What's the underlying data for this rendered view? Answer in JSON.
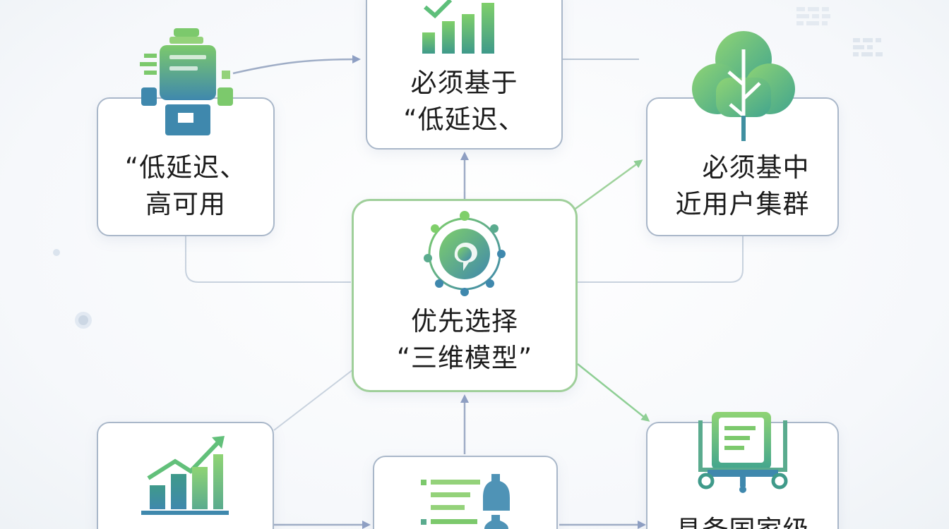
{
  "diagram": {
    "center": {
      "line1": "优先选择",
      "line2": "“三维模型”"
    },
    "top": {
      "line1": "必须基于",
      "line2": "“低延迟、"
    },
    "top_left": {
      "line1": "“低延迟、",
      "line2": "高可用"
    },
    "top_right": {
      "line1": "必须基中",
      "line2": "近用户集群"
    },
    "bottom_right": {
      "line1": "具备国家级"
    }
  },
  "icons": {
    "top_left": "robot-icon",
    "top": "growth-chart-check-icon",
    "top_right": "tree-icon",
    "center": "network-chat-icon",
    "bottom_left": "growth-chart-arrow-icon",
    "bottom_center": "document-bottle-icon",
    "bottom_right": "document-on-robot-icon",
    "deco_top_right": "data-grid-icon",
    "deco_left_dot": "dot-icon"
  },
  "colors": {
    "green": "#6cc17a",
    "blue": "#3a86b4",
    "node_border": "#a9b7c9",
    "center_border": "#9fcf9a",
    "connector": "#b9c5d4"
  }
}
